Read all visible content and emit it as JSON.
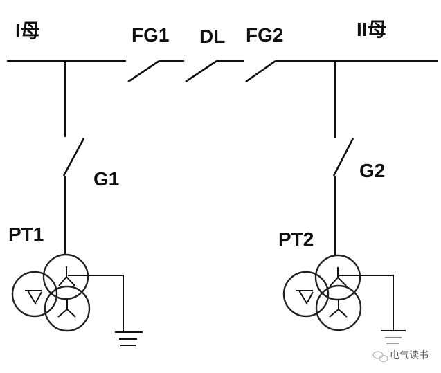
{
  "labels": {
    "bus1": "I母",
    "bus2": "II母",
    "fg1": "FG1",
    "dl": "DL",
    "fg2": "FG2",
    "g1": "G1",
    "g2": "G2",
    "pt1": "PT1",
    "pt2": "PT2"
  },
  "watermark": "电气读书"
}
